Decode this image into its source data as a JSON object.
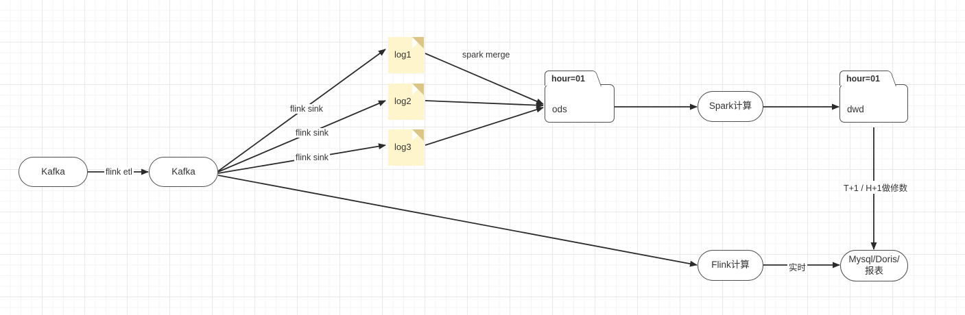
{
  "diagram": {
    "title": "data pipeline flow",
    "background": "#ffffff",
    "grid_color_minor": "#f4f4f4",
    "grid_color_major": "#e8e8e8",
    "stroke_color": "#4d4d52",
    "arrow_color": "#2b2b2b",
    "log_fill": "#fff5cc",
    "log_fold": "#ddc583",
    "text_color": "#333333"
  },
  "nodes": {
    "kafka_source": {
      "label": "Kafka",
      "shape": "rounded-rect"
    },
    "kafka_etl": {
      "label": "Kafka",
      "shape": "rounded-rect"
    },
    "log1": {
      "label": "log1",
      "shape": "document"
    },
    "log2": {
      "label": "log2",
      "shape": "document"
    },
    "log3": {
      "label": "log3",
      "shape": "document"
    },
    "ods": {
      "label": "ods",
      "tab": "hour=01",
      "shape": "folder"
    },
    "spark_compute": {
      "label": "Spark计算",
      "shape": "rounded-rect"
    },
    "dwd": {
      "label": "dwd",
      "tab": "hour=01",
      "shape": "folder"
    },
    "flink_compute": {
      "label": "Flink计算",
      "shape": "rounded-rect"
    },
    "sink_db": {
      "label_line1": "Mysql/Doris/",
      "label_line2": "报表",
      "shape": "rounded-rect"
    }
  },
  "edge_labels": {
    "flink_etl": "flink etl",
    "flink_sink_1": "flink sink",
    "flink_sink_2": "flink sink",
    "flink_sink_3": "flink sink",
    "spark_merge": "spark merge",
    "realtime": "实时",
    "repair": "T+1 / H+1做修数"
  }
}
